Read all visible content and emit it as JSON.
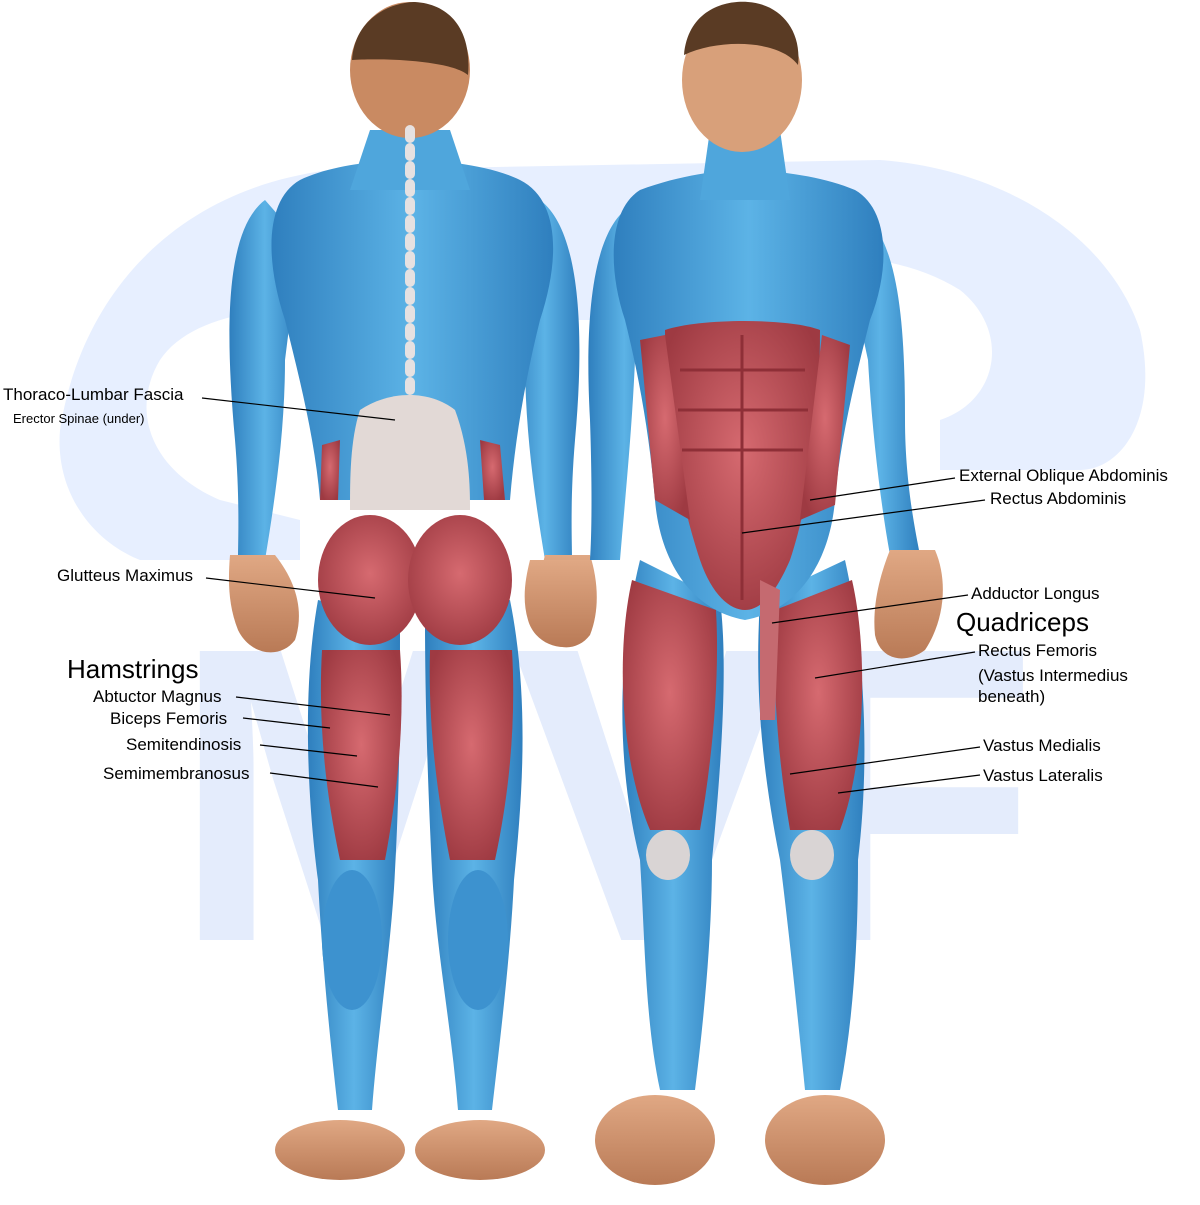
{
  "colors": {
    "background": "#ffffff",
    "watermark": "#e7efff",
    "muscle_blue": "#4fa6dc",
    "muscle_blue_dark": "#2f7fbe",
    "muscle_red": "#c85a60",
    "muscle_red_dark": "#9e3a42",
    "tendon": "#d9d4d4",
    "skin": "#d39873",
    "hair": "#5a3b24",
    "leader_line": "#000000"
  },
  "back_labels": {
    "thoraco_lumbar": "Thoraco-Lumbar Fascia",
    "erector_spinae": "Erector Spinae (under)",
    "glutteus_maximus": "Glutteus Maximus",
    "hamstrings_heading": "Hamstrings",
    "abtuctor_magnus": "Abtuctor Magnus",
    "biceps_femoris": "Biceps Femoris",
    "semitendinosis": "Semitendinosis",
    "semimembranosus": "Semimembranosus"
  },
  "front_labels": {
    "external_oblique": "External Oblique Abdominis",
    "rectus_abdominis": "Rectus Abdominis",
    "adductor_longus": "Adductor Longus",
    "quadriceps_heading": "Quadriceps",
    "rectus_femoris": "Rectus Femoris",
    "vastus_intermedius": "(Vastus Intermedius\nbeneath)",
    "vastus_medialis": "Vastus Medialis",
    "vastus_lateralis": "Vastus Lateralis"
  },
  "watermark_text": "MVF"
}
